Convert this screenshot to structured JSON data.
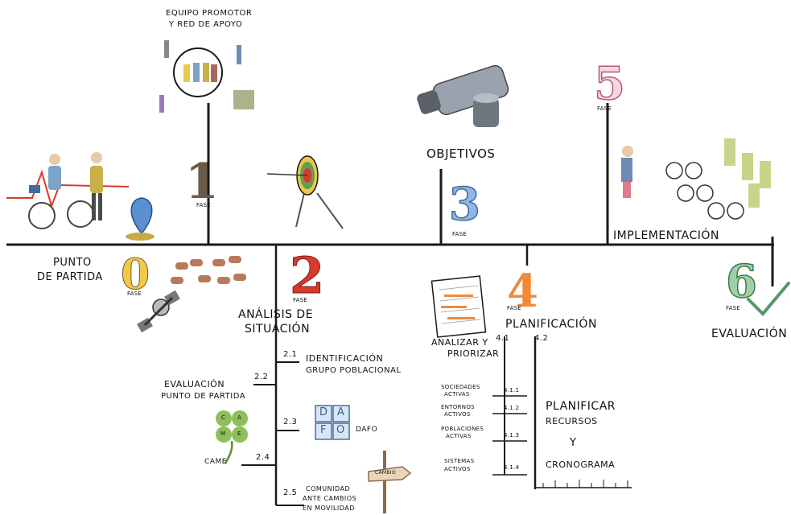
{
  "colors": {
    "ink": "#1a1a1a",
    "phase0": "#f2c84b",
    "phase1": "#6b5a4a",
    "phase2": "#d93a2b",
    "phase3": "#5a8fd0",
    "phase4": "#ef8a3a",
    "phase5": "#d98aa3",
    "phase6": "#4f9a67"
  },
  "top_group": {
    "title_line1": "EQUIPO PROMOTOR",
    "title_line2": "Y RED DE APOYO"
  },
  "phases": [
    {
      "number": "0",
      "label": "FASE",
      "title_line1": "PUNTO",
      "title_line2": "DE PARTIDA"
    },
    {
      "number": "1",
      "label": "FASE"
    },
    {
      "number": "2",
      "label": "FASE",
      "title_line1": "ANÁLISIS DE",
      "title_line2": "SITUACIÓN"
    },
    {
      "number": "3",
      "label": "FASE",
      "title": "OBJETIVOS"
    },
    {
      "number": "4",
      "label": "FASE",
      "title": "PLANIFICACIÓN"
    },
    {
      "number": "5",
      "label": "FASE",
      "title": "IMPLEMENTACIÓN"
    },
    {
      "number": "6",
      "label": "FASE",
      "title": "EVALUACIÓN"
    }
  ],
  "phase2_items": [
    {
      "num": "2.1",
      "line1": "IDENTIFICACIÓN",
      "line2": "GRUPO POBLACIONAL"
    },
    {
      "num": "2.2",
      "line1": "EVALUACIÓN",
      "line2": "PUNTO DE PARTIDA"
    },
    {
      "num": "2.3",
      "label": "DAFO",
      "letters": [
        "D",
        "A",
        "F",
        "O"
      ]
    },
    {
      "num": "2.4",
      "label": "CAME",
      "letters": [
        "C",
        "A",
        "M",
        "E"
      ]
    },
    {
      "num": "2.5",
      "line1": "COMUNIDAD",
      "line2": "ANTE CAMBIOS",
      "line3": "EN MOVILIDAD"
    }
  ],
  "signpost": "CAMBIO",
  "phase4": {
    "left_title_line1": "ANALIZAR Y",
    "left_title_line2": "PRIORIZAR",
    "sub_41": "4.1",
    "sub_42": "4.2",
    "items": [
      {
        "text_line1": "SOCIEDADES",
        "text_line2": "ACTIVAS",
        "num": "4.1.1"
      },
      {
        "text_line1": "ENTORNOS",
        "text_line2": "ACTIVOS",
        "num": "4.1.2"
      },
      {
        "text_line1": "POBLACIONES",
        "text_line2": "ACTIVAS",
        "num": "4.1.3"
      },
      {
        "text_line1": "SISTEMAS",
        "text_line2": "ACTIVOS",
        "num": "4.1.4"
      }
    ],
    "right_line1": "PLANIFICAR",
    "right_line2": "RECURSOS",
    "right_line3": "Y",
    "right_line4": "CRONOGRAMA"
  }
}
